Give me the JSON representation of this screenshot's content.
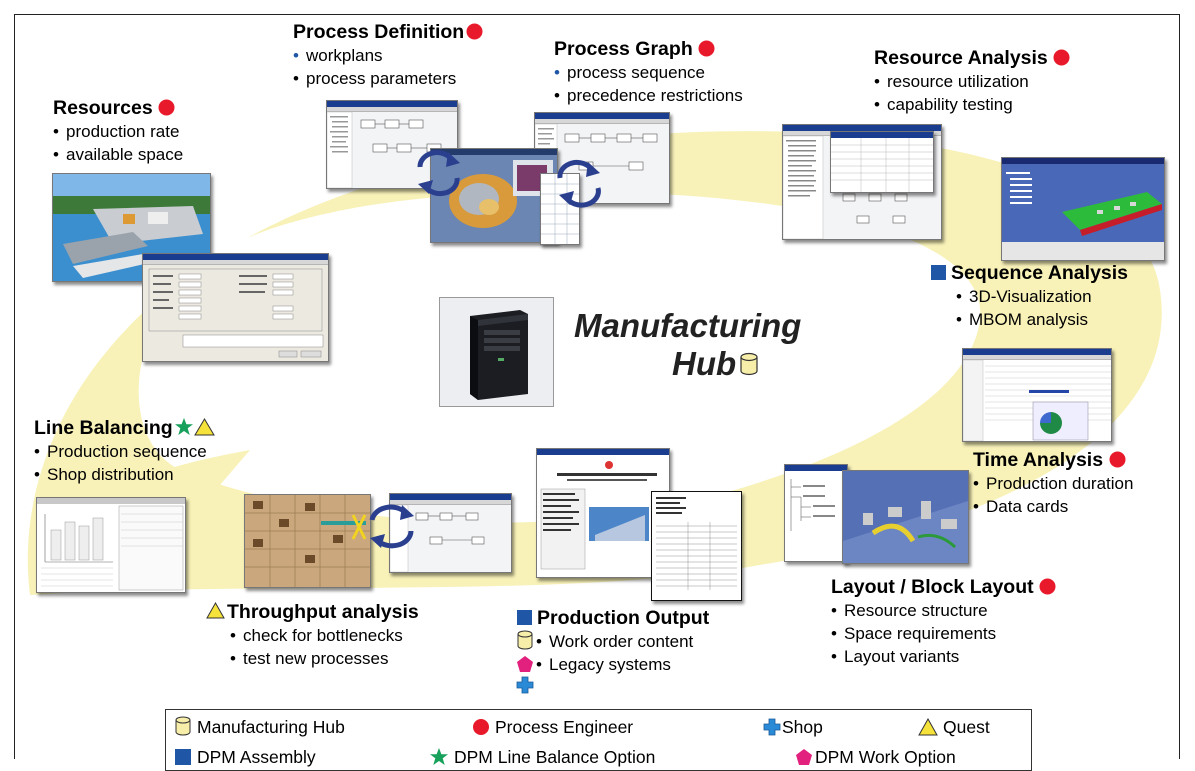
{
  "hub": {
    "line1": "Manufacturing",
    "line2": "Hub"
  },
  "sections": {
    "resources": {
      "title": "Resources",
      "items": [
        "production rate",
        "available space"
      ]
    },
    "process_definition": {
      "title": "Process Definition",
      "items": [
        "workplans",
        "process parameters"
      ]
    },
    "process_graph": {
      "title": "Process Graph",
      "items": [
        "process sequence",
        "precedence restrictions"
      ]
    },
    "resource_analysis": {
      "title": "Resource Analysis",
      "items": [
        "resource utilization",
        "capability testing"
      ]
    },
    "sequence_analysis": {
      "title": "Sequence Analysis",
      "items": [
        "3D-Visualization",
        "MBOM analysis"
      ]
    },
    "time_analysis": {
      "title": "Time Analysis",
      "items": [
        "Production duration",
        "Data cards"
      ]
    },
    "layout": {
      "title": "Layout / Block Layout",
      "items": [
        "Resource structure",
        "Space requirements",
        "Layout variants"
      ]
    },
    "production_output": {
      "title": "Production Output",
      "items": [
        "Work order content",
        "Legacy systems"
      ]
    },
    "throughput": {
      "title": "Throughput analysis",
      "items": [
        "check for bottlenecks",
        "test new processes"
      ]
    },
    "line_balancing": {
      "title": "Line Balancing",
      "items": [
        "Production sequence",
        "Shop distribution"
      ]
    }
  },
  "legend": {
    "manufacturing_hub": "Manufacturing Hub",
    "process_engineer": "Process Engineer",
    "shop": "Shop",
    "quest": "Quest",
    "dpm_assembly": "DPM Assembly",
    "dpm_line_balance": "DPM Line Balance Option",
    "dpm_work": "DPM Work Option"
  },
  "colors": {
    "process_engineer": "#e8192a",
    "dpm_assembly": "#1f57a6",
    "dpm_line_balance": "#17a15a",
    "quest": "#f5e23a",
    "manufacturing_hub": "#f7eeaa",
    "shop": "#2a8ad6",
    "dpm_work": "#e2207e",
    "loop_band": "#f8f2b8"
  }
}
